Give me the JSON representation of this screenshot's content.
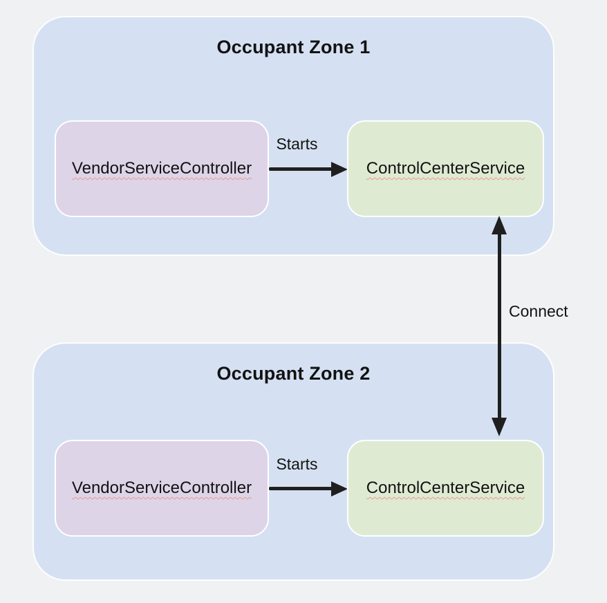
{
  "diagram": {
    "zones": [
      {
        "title": "Occupant Zone 1",
        "nodes": [
          {
            "label": "VendorServiceController"
          },
          {
            "label": "ControlCenterService"
          }
        ],
        "edge_label": "Starts"
      },
      {
        "title": "Occupant Zone 2",
        "nodes": [
          {
            "label": "VendorServiceController"
          },
          {
            "label": "ControlCenterService"
          }
        ],
        "edge_label": "Starts"
      }
    ],
    "connect_label": "Connect",
    "colors": {
      "page_bg": "#f0f1f3",
      "zone_bg": "#d5e1f2",
      "controller_bg": "#ddd4e8",
      "service_bg": "#dfead3",
      "arrow_color": "#1f1f1f",
      "squiggle": "#e89a90",
      "text": "#121212"
    }
  }
}
